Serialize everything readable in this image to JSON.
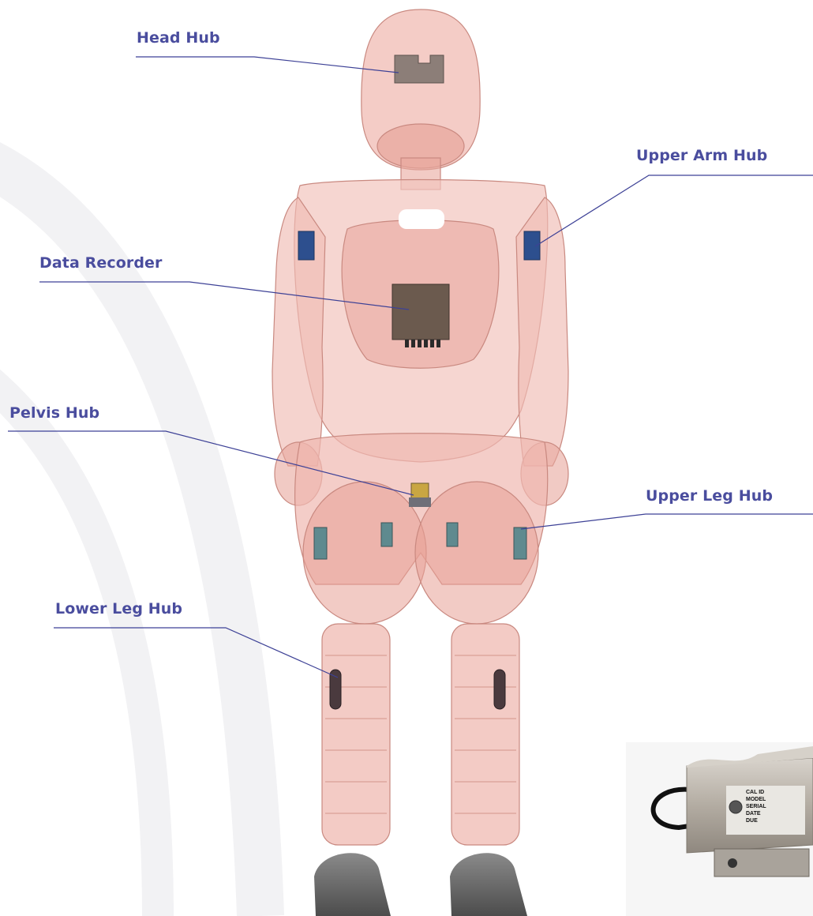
{
  "colors": {
    "label": "#4a4d9e",
    "leader_line": "#3d4196",
    "body_tint": "#e9a399",
    "body_edge": "#c98980",
    "hub_blue": "#2d4f8e",
    "recorder": "#6b5a4e",
    "shoe": "#6a6a6a",
    "sensor_metal": "#bdb7ae",
    "background_swirl": "#f3f3f5"
  },
  "callouts": {
    "head_hub": "Head Hub",
    "upper_arm_hub": "Upper Arm Hub",
    "data_recorder": "Data Recorder",
    "pelvis_hub": "Pelvis Hub",
    "upper_leg_hub": "Upper Leg Hub",
    "lower_leg_hub": "Lower Leg Hub"
  },
  "load_cell_label": {
    "lines": [
      "CAL ID",
      "MODEL",
      "SERIAL",
      "DATE",
      "DUE"
    ]
  }
}
